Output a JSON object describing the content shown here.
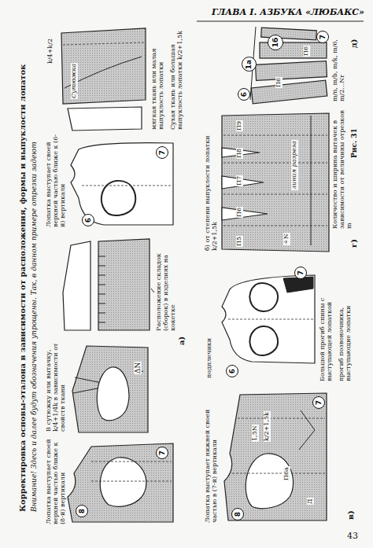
{
  "diagram": {
    "title": "Корректировка основы-эталона в зависимости от расположения, формы и выпуклости лопаток",
    "nodes": [
      {
        "text": [
          "8"
        ]
      },
      {
        "text": [
          "7"
        ]
      },
      {
        "text": [
          "6"
        ]
      },
      {
        "text": [
          "7"
        ]
      },
      {
        "text": [
          "8"
        ]
      },
      {
        "text": [
          "7"
        ]
      },
      {
        "text": [
          "6"
        ]
      },
      {
        "text": [
          "7"
        ]
      },
      {
        "text": [
          "6"
        ]
      },
      {
        "text": [
          "1а"
        ]
      },
      {
        "text": [
          "1б"
        ]
      },
      {
        "text": [
          "7"
        ]
      }
    ],
    "labels": [
      "ГЛАВА I. АЗБУКА «ЛЮБАКС»",
      "43",
      "Внимание! Здесь и далее будут обозначения упрощены. Так, в данном примере отрезки задеют",
      "Лопатка выступает своей верхней частью ближе к (8-й) вертикали",
      "В сутюжку или вытачку, k/4+1/4k в зависимости от свойств ткани",
      "ΔN",
      "Расположение складок (сборок) в изделиях на кокетке",
      "а)",
      "Лопатка выступает своей верхней частью ближе к (6-й) вертикали",
      "мягкая ткань или малая выпуклость лопатки",
      "Сутюжка",
      "k/4+k/2",
      "Сухая ткань или большая выпуклость лопатки k/2+1,5k",
      "б) от степени выпуклости лопатки k/2+1,5k",
      "Большой прогиб спины с выступающей лопаткой",
      "прогиб позвоночника, выступающие лопатки",
      "подплечики",
      "в)",
      "Лопатка выступает нижней своей частью в (7-й) вертикали",
      "1,5N",
      "k/2+1,5k",
      "П6а",
      "П5",
      "г)",
      "П6",
      "П7",
      "П8",
      "П9",
      "÷N",
      "линия разреза",
      "m/n, m/b, m/k, m/6, m/2…Nr",
      "Количество и ширина вытачек в зависимости от величины отрезков m",
      "Рис. 31",
      "д)",
      "П6",
      "П6",
      "Д"
    ]
  }
}
